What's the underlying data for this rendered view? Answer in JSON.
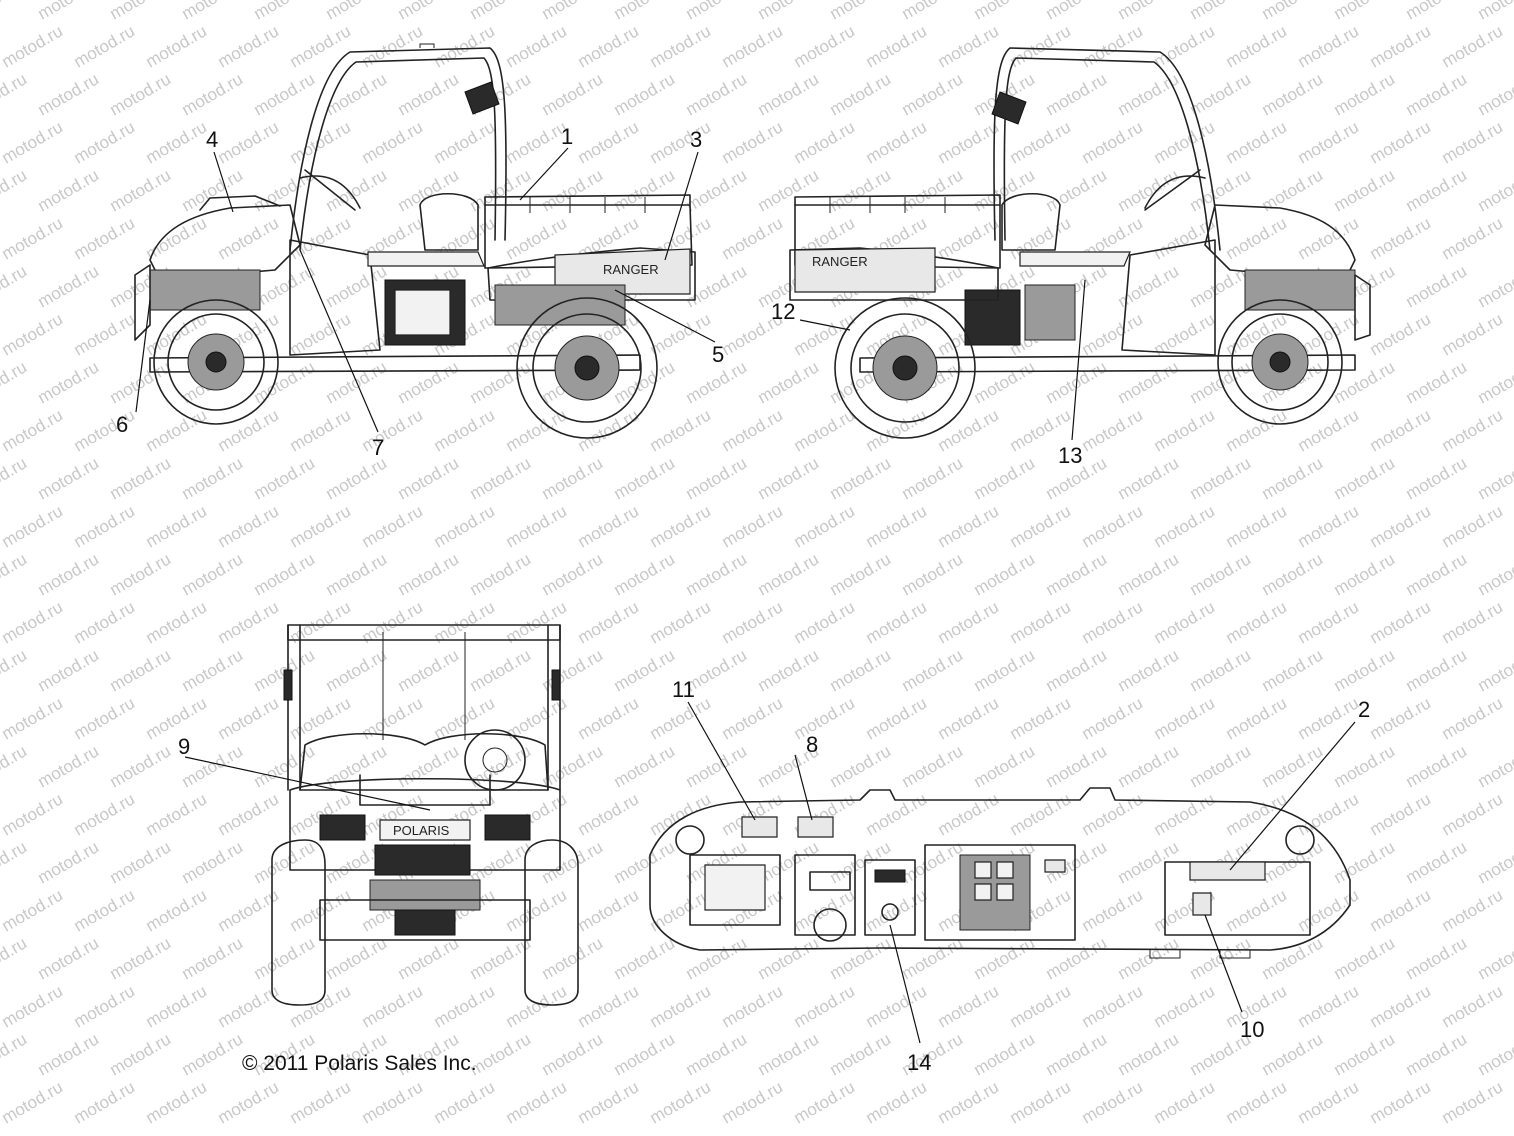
{
  "watermark": "motod.ru",
  "copyright": "© 2011 Polaris Sales Inc.",
  "vehicle_branding": {
    "side_decal": "RANGER",
    "front_badge": "POLARIS"
  },
  "callouts": {
    "c1": "1",
    "c2": "2",
    "c3": "3",
    "c4": "4",
    "c5": "5",
    "c6": "6",
    "c7": "7",
    "c8": "8",
    "c9": "9",
    "c10": "10",
    "c11": "11",
    "c12": "12",
    "c13": "13",
    "c14": "14"
  }
}
